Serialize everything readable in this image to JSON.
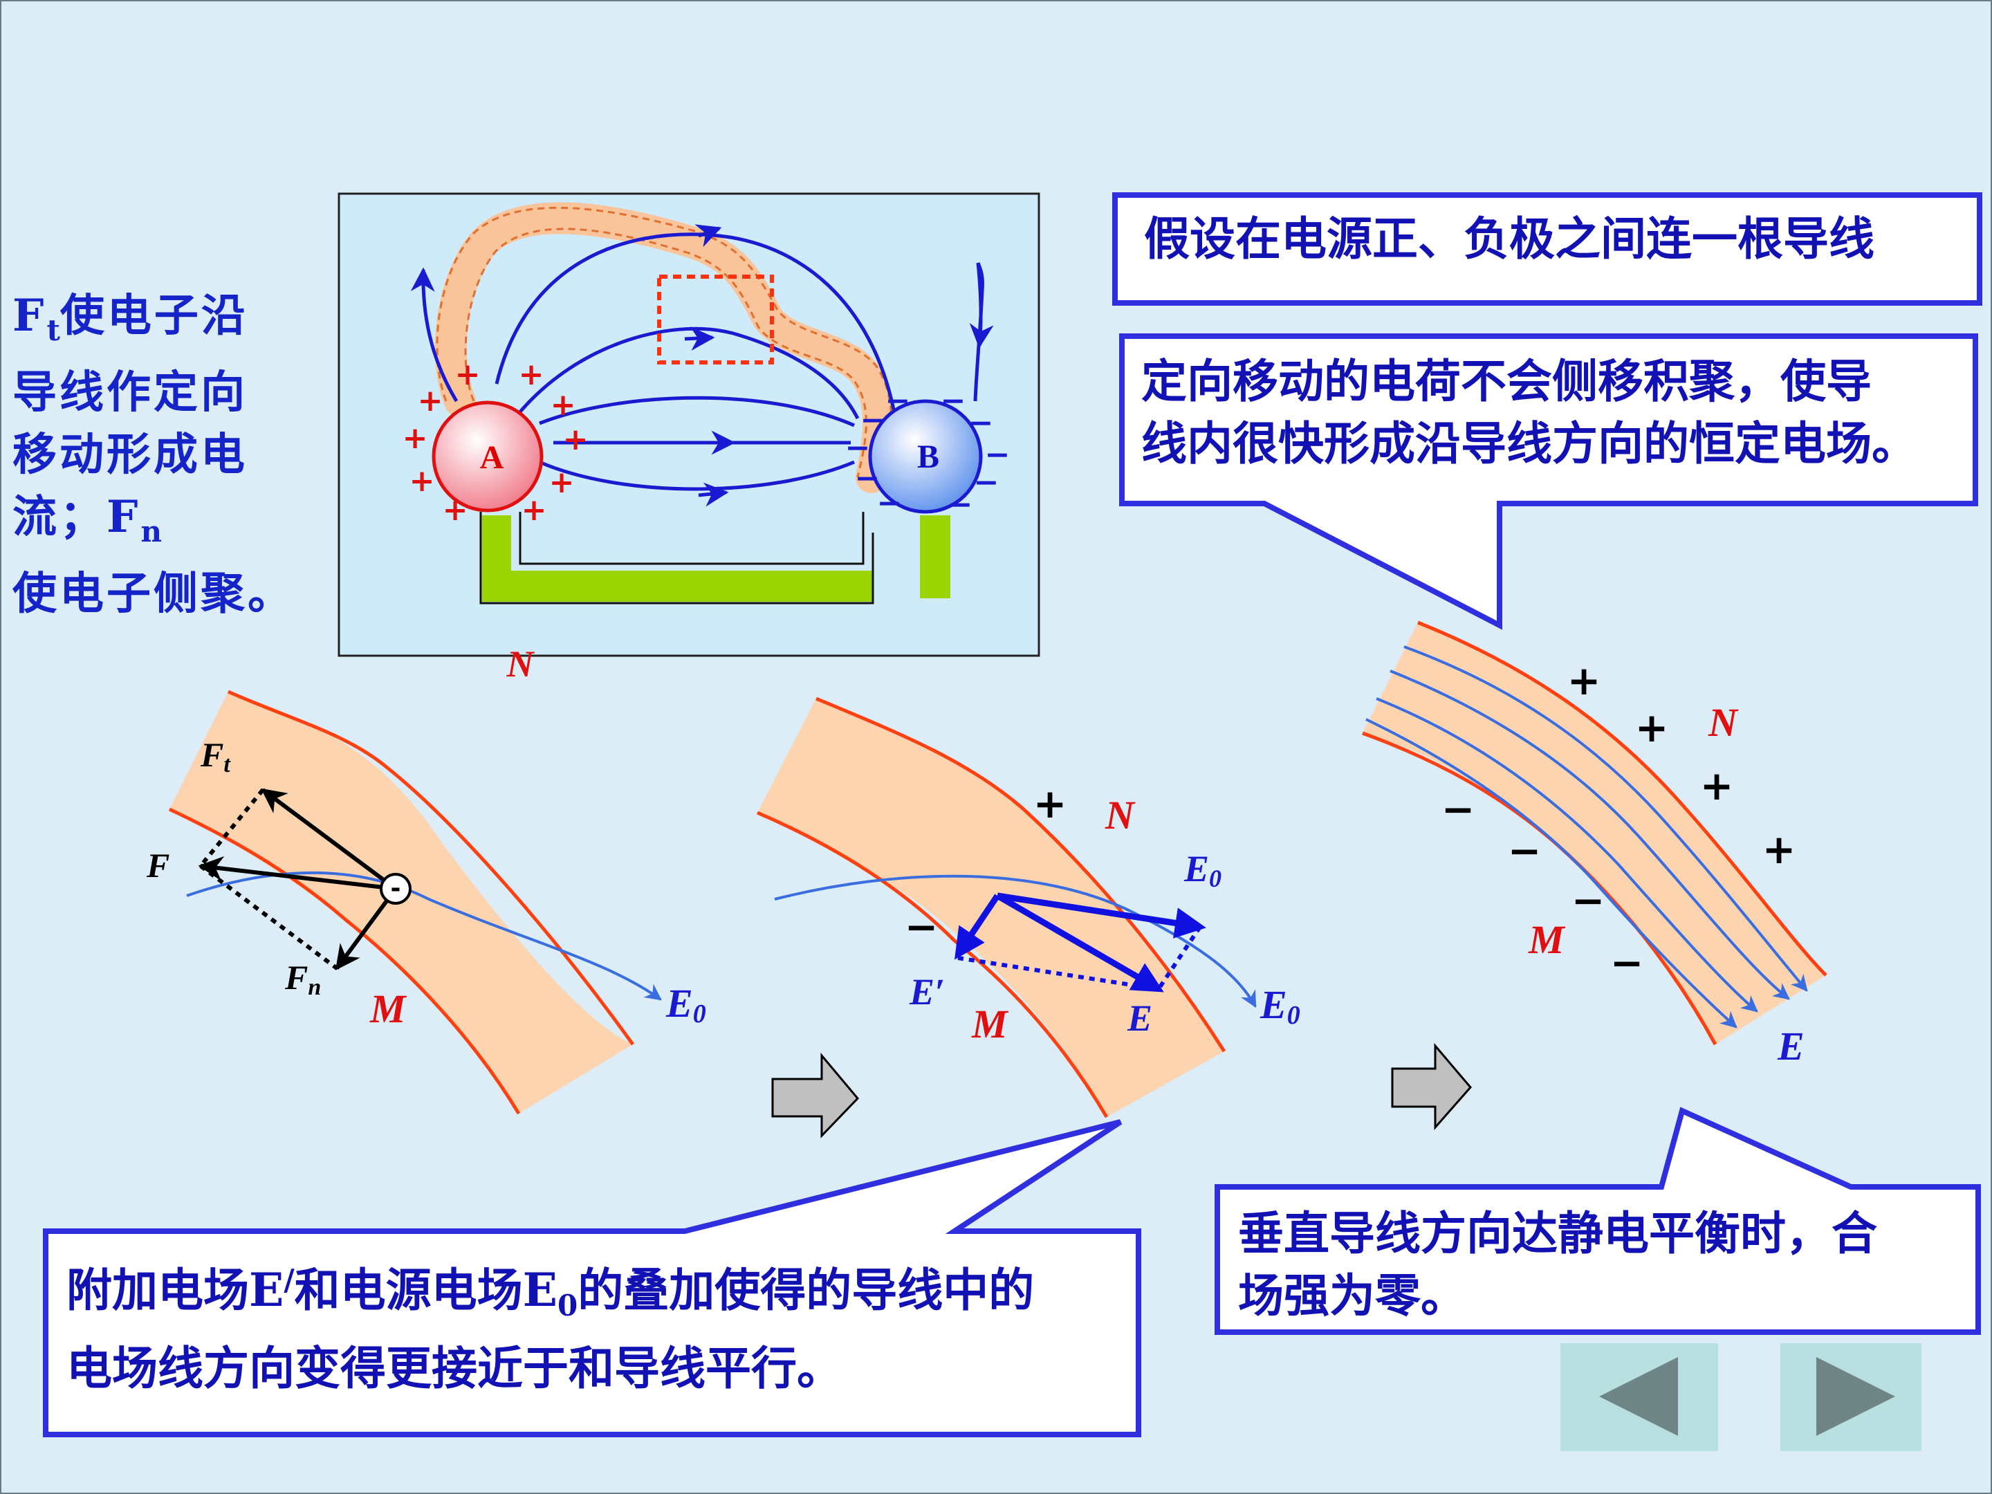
{
  "side_note": {
    "line1_main": "F",
    "line1_sub": "t",
    "line1_rest": "使电子沿",
    "line2": "导线作定向",
    "line3": "移动形成电",
    "line4_main": "流；F",
    "line4_sub": "n",
    "line5": "使电子侧聚。"
  },
  "callout_top": {
    "text": "假设在电源正、负极之间连一根导线"
  },
  "callout_mid": {
    "line1": "定向移动的电荷不会侧移积聚，使导",
    "line2": "线内很快形成沿导线方向的恒定电场。"
  },
  "callout_bottom_left": {
    "part1": "附加电场E",
    "sup": "/",
    "part2": "和电源电场E",
    "sub": "0",
    "part3": "的叠加使得的导线中的",
    "line2": "电场线方向变得更接近于和导线平行。"
  },
  "callout_bottom_right": {
    "line1": "垂直导线方向达静电平衡时，合",
    "line2": "场强为零。"
  },
  "top_diagram": {
    "label_a": "A",
    "label_b": "B",
    "label_n": "N",
    "plus": "+",
    "minus": "−"
  },
  "diagram1": {
    "label_ft": "F",
    "label_ft_sub": "t",
    "label_f": "F",
    "label_fn": "F",
    "label_fn_sub": "n",
    "label_m": "M",
    "label_e0": "E",
    "label_e0_sub": "0",
    "electron": "-"
  },
  "diagram2": {
    "plus": "+",
    "minus": "−",
    "label_n": "N",
    "label_m": "M",
    "label_e0_top": "E",
    "label_e0_top_sub": "0",
    "label_e0_right": "E",
    "label_e0_right_sub": "0",
    "label_eprime": "E′",
    "label_e": "E"
  },
  "diagram3": {
    "plus": "+",
    "minus": "−",
    "label_n": "N",
    "label_m": "M",
    "label_e": "E"
  },
  "colors": {
    "background": "#dcedf8",
    "text_blue": "#1212b4",
    "callout_border": "#2f2fe0",
    "wire_fill": "#fcd4b0",
    "wire_edge": "#ff4010",
    "field_line": "#3a6ee0",
    "label_red": "#e01010"
  },
  "nav": {
    "prev": "previous-icon",
    "next": "next-icon"
  }
}
